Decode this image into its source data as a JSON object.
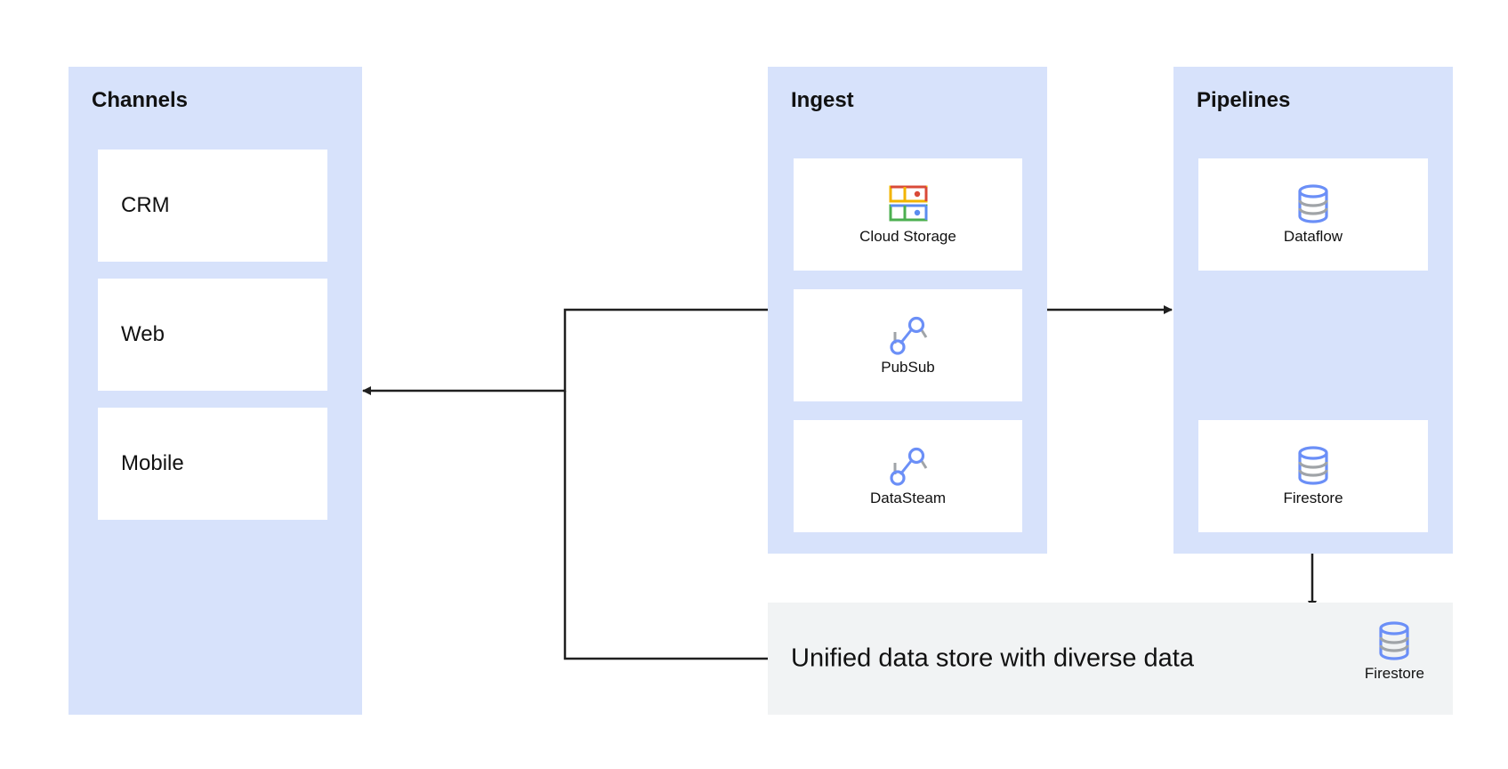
{
  "channels": {
    "title": "Channels",
    "items": [
      {
        "label": "CRM"
      },
      {
        "label": "Web"
      },
      {
        "label": "Mobile"
      }
    ]
  },
  "ingest": {
    "title": "Ingest",
    "items": [
      {
        "label": "Cloud Storage",
        "icon": "cloud-storage-icon"
      },
      {
        "label": "PubSub",
        "icon": "pubsub-icon"
      },
      {
        "label": "DataSteam",
        "icon": "datastream-icon"
      }
    ]
  },
  "pipelines": {
    "title": "Pipelines",
    "items": [
      {
        "label": "Dataflow",
        "icon": "database-icon"
      },
      {
        "label": "Firestore",
        "icon": "database-icon"
      }
    ]
  },
  "store": {
    "label": "Unified data store with diverse data",
    "service": {
      "label": "Firestore",
      "icon": "database-icon"
    }
  },
  "colors": {
    "panel": "#d7e2fb",
    "card": "#ffffff",
    "store": "#f1f3f4",
    "connector": "#1f1f1f",
    "icon_blue": "#6b8ff7",
    "icon_gray": "#a0a4a8",
    "storage_red": "#d94a38",
    "storage_yellow": "#f2b400",
    "storage_green": "#4caf50",
    "storage_blue": "#5b8def"
  }
}
